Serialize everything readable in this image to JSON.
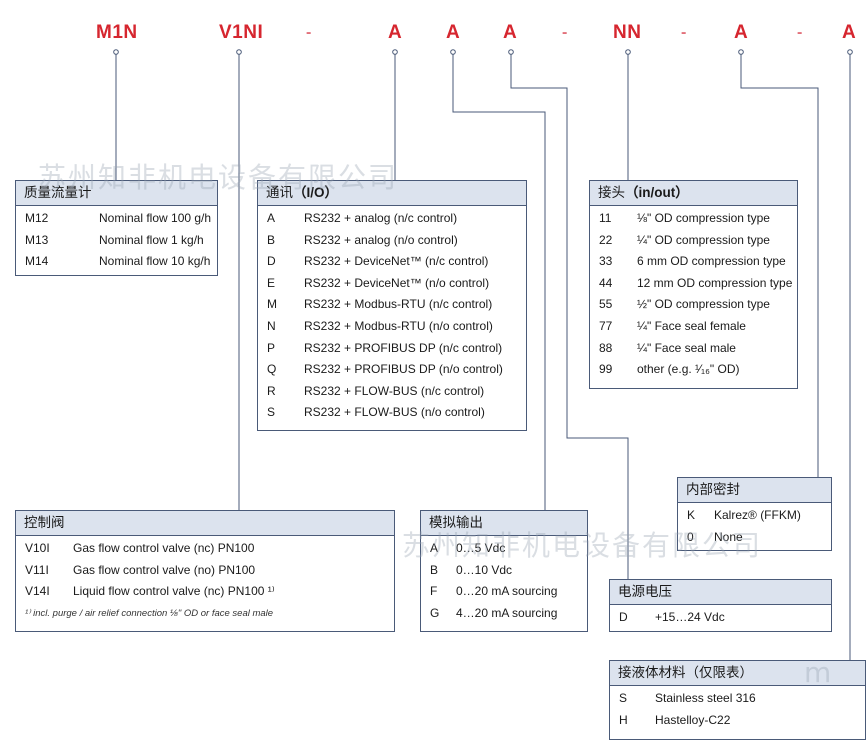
{
  "order_code": [
    {
      "text": "M1N",
      "kind": "code"
    },
    {
      "text": "V1NI",
      "kind": "code"
    },
    {
      "text": "-",
      "kind": "dash"
    },
    {
      "text": "A",
      "kind": "code"
    },
    {
      "text": "A",
      "kind": "code"
    },
    {
      "text": "A",
      "kind": "code"
    },
    {
      "text": "-",
      "kind": "dash"
    },
    {
      "text": "NN",
      "kind": "code"
    },
    {
      "text": "-",
      "kind": "dash"
    },
    {
      "text": "A",
      "kind": "code"
    },
    {
      "text": "-",
      "kind": "dash"
    },
    {
      "text": "A",
      "kind": "code"
    }
  ],
  "watermark": "苏州知非机电设备有限公司",
  "watermark_partial": "m",
  "boxes": {
    "mass_flow": {
      "title": "质量流量计",
      "title_code": "",
      "rows": [
        {
          "k": "M12",
          "v": "Nominal flow 100 g/h"
        },
        {
          "k": "M13",
          "v": "Nominal flow 1 kg/h"
        },
        {
          "k": "M14",
          "v": "Nominal flow 10 kg/h"
        }
      ]
    },
    "comm": {
      "title": "通讯",
      "title_code": "（I/O）",
      "rows": [
        {
          "k": "A",
          "v": "RS232 + analog (n/c control)"
        },
        {
          "k": "B",
          "v": "RS232 + analog (n/o control)"
        },
        {
          "k": "D",
          "v": "RS232 + DeviceNet™ (n/c control)"
        },
        {
          "k": "E",
          "v": "RS232 + DeviceNet™ (n/o control)"
        },
        {
          "k": "M",
          "v": "RS232 + Modbus-RTU (n/c control)"
        },
        {
          "k": "N",
          "v": "RS232 + Modbus-RTU (n/o control)"
        },
        {
          "k": "P",
          "v": "RS232 + PROFIBUS DP (n/c control)"
        },
        {
          "k": "Q",
          "v": "RS232 + PROFIBUS DP (n/o control)"
        },
        {
          "k": "R",
          "v": "RS232 + FLOW-BUS (n/c control)"
        },
        {
          "k": "S",
          "v": "RS232 + FLOW-BUS (n/o control)"
        }
      ]
    },
    "fitting": {
      "title": "接头",
      "title_code": "（in/out）",
      "rows": [
        {
          "k": "11",
          "v": "⅛\" OD compression type"
        },
        {
          "k": "22",
          "v": "¼\" OD compression type"
        },
        {
          "k": "33",
          "v": "6 mm OD compression type"
        },
        {
          "k": "44",
          "v": "12 mm OD compression type"
        },
        {
          "k": "55",
          "v": "½\" OD compression type"
        },
        {
          "k": "77",
          "v": "¼\" Face seal female"
        },
        {
          "k": "88",
          "v": "¼\" Face seal male"
        },
        {
          "k": "99",
          "v": "other (e.g. ¹⁄₁₆\" OD)"
        }
      ]
    },
    "seal": {
      "title": "内部密封",
      "title_code": "",
      "rows": [
        {
          "k": "K",
          "v": "Kalrez® (FFKM)"
        },
        {
          "k": "0",
          "v": "None"
        }
      ]
    },
    "valve": {
      "title": "控制阀",
      "title_code": "",
      "rows": [
        {
          "k": "V10I",
          "v": "Gas flow control valve (nc) PN100"
        },
        {
          "k": "V11I",
          "v": "Gas flow control valve (no) PN100"
        },
        {
          "k": "V14I",
          "v": "Liquid flow control valve (nc) PN100 ¹⁾"
        }
      ],
      "note": "¹⁾ incl. purge / air relief connection ⅛\" OD or face seal male"
    },
    "analog": {
      "title": "模拟输出",
      "title_code": "",
      "rows": [
        {
          "k": "A",
          "v": "0…5 Vdc"
        },
        {
          "k": "B",
          "v": "0…10 Vdc"
        },
        {
          "k": "F",
          "v": "0…20 mA sourcing"
        },
        {
          "k": "G",
          "v": "4…20 mA sourcing"
        }
      ]
    },
    "power": {
      "title": "电源电压",
      "title_code": "",
      "rows": [
        {
          "k": "D",
          "v": "+15…24 Vdc"
        }
      ]
    },
    "material": {
      "title": "接液体材料（仅限表）",
      "title_code": "",
      "rows": [
        {
          "k": "S",
          "v": "Stainless steel 316"
        },
        {
          "k": "H",
          "v": "Hastelloy-C22"
        }
      ]
    }
  }
}
